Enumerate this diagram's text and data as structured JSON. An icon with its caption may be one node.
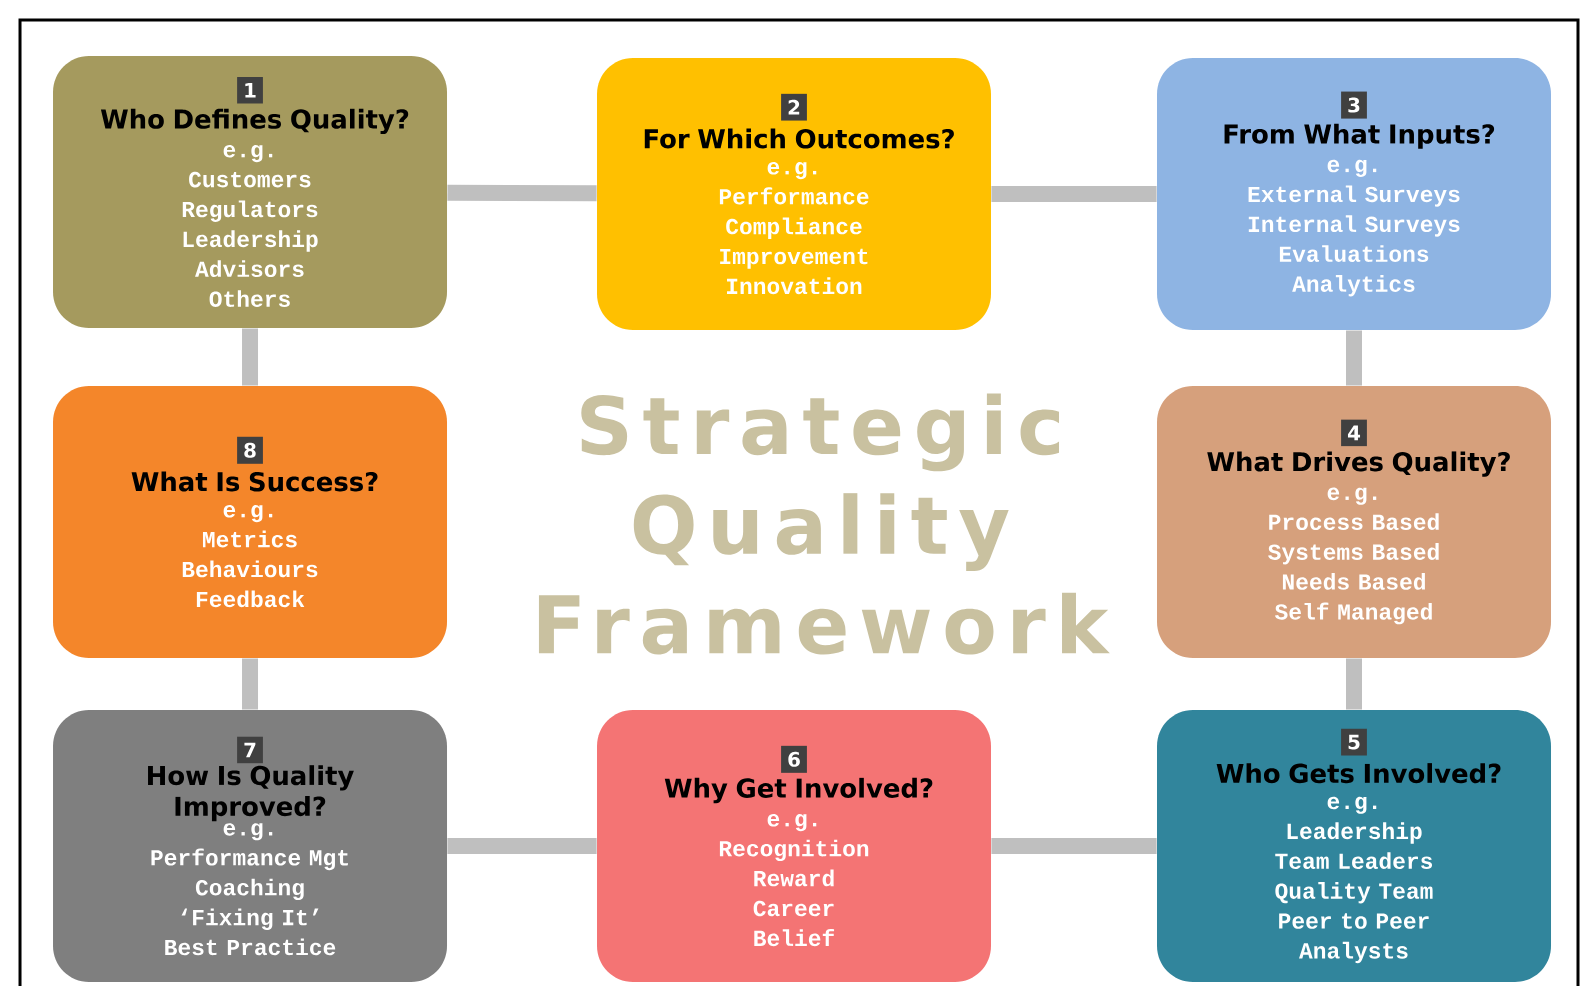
{
  "diagram": {
    "title": "Strategic Quality Framework",
    "nodes": [
      {
        "text": [
          "1",
          "Who Defines Quality?",
          "e.g.",
          "Customers",
          "Regulators",
          "Leadership",
          "Advisors",
          "Others"
        ]
      },
      {
        "text": [
          "2",
          "For Which Outcomes?",
          "e.g.",
          "Performance",
          "Compliance",
          "Improvement",
          "Innovation"
        ]
      },
      {
        "text": [
          "3",
          "From What Inputs?",
          "e.g.",
          "External Surveys",
          "Internal Surveys",
          "Evaluations",
          "Analytics"
        ]
      },
      {
        "text": [
          "8",
          "What Is Success?",
          "e.g.",
          "Metrics",
          "Behaviours",
          "Feedback"
        ]
      },
      {
        "text": [
          "4",
          "What Drives Quality?",
          "e.g.",
          "Process Based",
          "Systems Based",
          "Needs Based",
          "Self Managed"
        ]
      },
      {
        "text": [
          "7",
          "How Is Quality Improved?",
          "e.g.",
          "Performance Mgt",
          "Coaching",
          "‘Fixing It’",
          "Best Practice"
        ]
      },
      {
        "text": [
          "6",
          "Why Get Involved?",
          "e.g.",
          "Recognition",
          "Reward",
          "Career",
          "Belief"
        ]
      },
      {
        "text": [
          "5",
          "Who Gets Involved?",
          "e.g.",
          "Leadership",
          "Team Leaders",
          "Quality Team",
          "Peer to Peer",
          "Analysts"
        ]
      }
    ],
    "edges": [
      {
        "from": 0,
        "to": 1,
        "arrow": "none"
      },
      {
        "from": 1,
        "to": 2,
        "arrow": "none"
      },
      {
        "from": 2,
        "to": 4,
        "arrow": "none"
      },
      {
        "from": 4,
        "to": 7,
        "arrow": "none"
      },
      {
        "from": 7,
        "to": 6,
        "arrow": "none"
      },
      {
        "from": 6,
        "to": 5,
        "arrow": "none"
      },
      {
        "from": 5,
        "to": 3,
        "arrow": "none"
      },
      {
        "from": 3,
        "to": 0,
        "arrow": "none"
      }
    ]
  }
}
